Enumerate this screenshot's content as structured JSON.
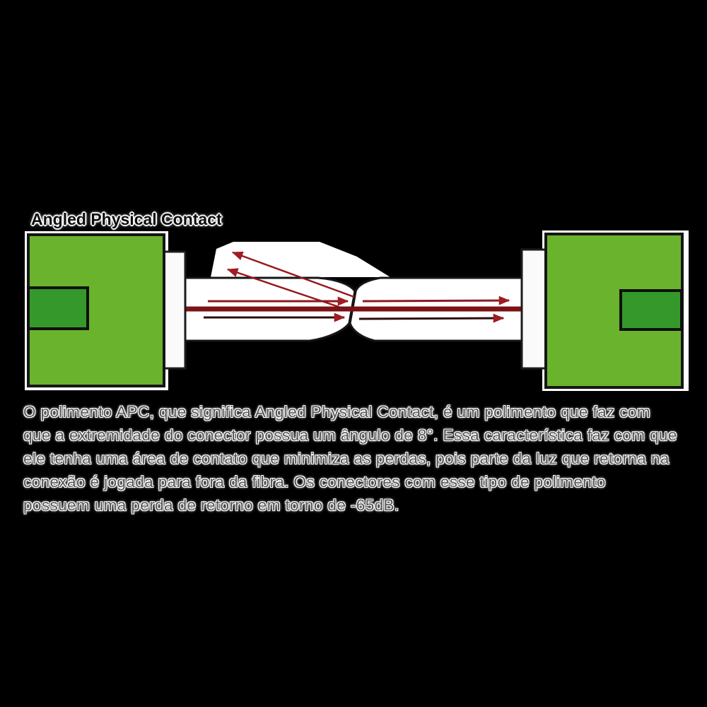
{
  "title": "Angled Physical Contact",
  "paragraph": {
    "lines": [
      "O polimento APC, que significa Angled Physical Contact, é um polimento que faz com",
      "que a extremidade do conector possua um ângulo de 8°. Essa característica faz com que",
      "ele tenha uma área de contato que minimiza as perdas, pois parte da luz que retorna na",
      "conexão é jogada para fora da fibra. Os conectores com esse tipo de polimento",
      "possuem uma perda de retorno em torno de -65dB."
    ]
  },
  "diagram": {
    "description": "Cross-section of two APC fiber optic connectors mated with 8-degree angled end faces; incident light rays travel through the fiber core and reflected light is deflected out of the fiber at the angled contact point",
    "colors": {
      "connector_body_green": "#6ab32d",
      "connector_notch_green": "#35982a",
      "outline_black": "#161616",
      "ferrule_white": "#fafafa",
      "fiber_channel_white": "#ffffff",
      "incident_ray_red": "#8e1b1e",
      "reflected_ray_red": "#97191d",
      "core_line_maroon": "#7c1214",
      "dark_ray_shaft": "#2e0d0d",
      "arrowhead_red": "#a01d22",
      "background": "#000000",
      "halo_white": "#ffffff"
    }
  }
}
